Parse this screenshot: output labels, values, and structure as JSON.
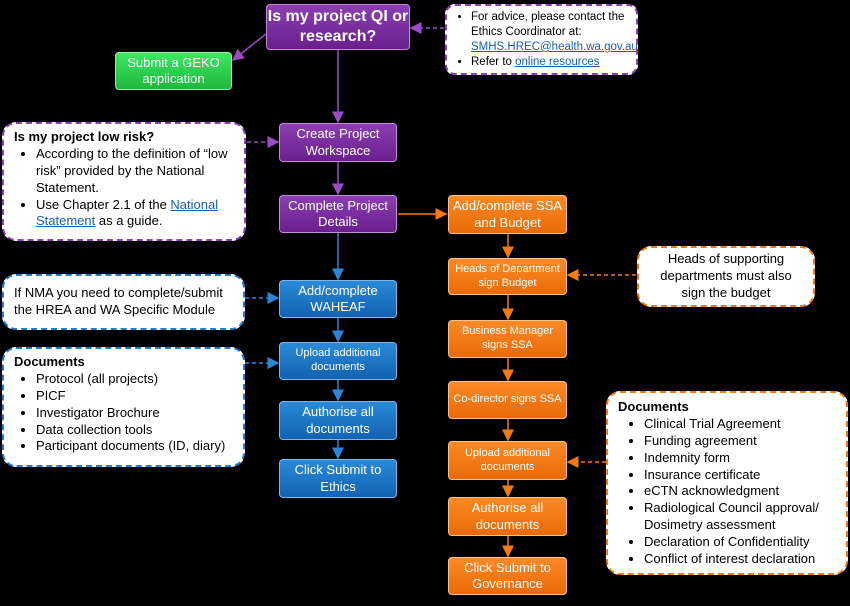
{
  "nodes": {
    "qi_research": "Is my project QI or research?",
    "geko": "Submit a GEKO application",
    "create_workspace": "Create Project Workspace",
    "project_details": "Complete Project Details",
    "waheaf": "Add/complete WAHEAF",
    "upload_ethics": "Upload additional documents",
    "authorise_ethics": "Authorise all documents",
    "submit_ethics": "Click Submit to Ethics",
    "ssa_budget": "Add/complete SSA and Budget",
    "heads_sign": "Heads of Department sign Budget",
    "bm_sign": "Business Manager signs SSA",
    "codirector_sign": "Co-director signs SSA",
    "upload_gov": "Upload additional documents",
    "authorise_gov": "Authorise all documents",
    "submit_gov": "Click Submit to Governance"
  },
  "notes": {
    "advice": {
      "line1": "For advice, please contact the Ethics Coordinator at:",
      "email": "SMHS.HREC@health.wa.gov.au",
      "refer_prefix": "Refer to ",
      "refer_link": "online resources"
    },
    "low_risk": {
      "heading": "Is my project low risk?",
      "item1": "According to the definition of “low risk” provided by the National Statement.",
      "item2_prefix": "Use Chapter 2.1 of the ",
      "item2_link": "National Statement",
      "item2_suffix": " as a guide."
    },
    "nma": "If NMA you need to complete/submit the HREA and WA Specific Module",
    "heads_note": "Heads of supporting departments must also sign the budget",
    "docs_ethics": {
      "heading": "Documents",
      "items": [
        "Protocol (all projects)",
        "PICF",
        "Investigator Brochure",
        "Data collection tools",
        "Participant documents (ID, diary)"
      ]
    },
    "docs_gov": {
      "heading": "Documents",
      "items": [
        "Clinical Trial Agreement",
        "Funding agreement",
        "Indemnity form",
        "Insurance certificate",
        "eCTN acknowledgment",
        "Radiological Council approval/ Dosimetry assessment",
        "Declaration of Confidentiality",
        "Conflict of interest declaration"
      ]
    }
  },
  "colors": {
    "purple": "#7a2ea0",
    "green": "#2ccf4c",
    "blue": "#1a72c4",
    "orange": "#f27a14"
  }
}
